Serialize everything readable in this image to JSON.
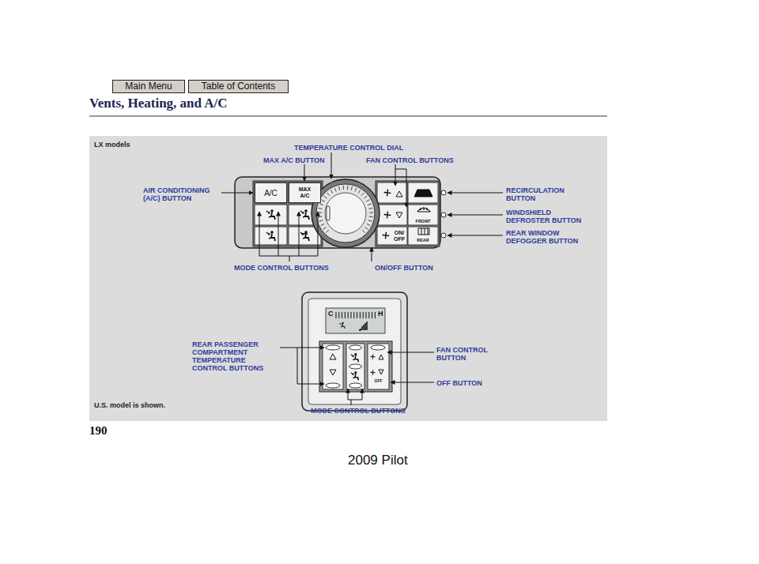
{
  "diagram": {
    "title": "Vents, Heating, and A/C",
    "nodes": [
      {
        "text": [
          "Main Menu"
        ]
      },
      {
        "text": [
          "Table of Contents"
        ]
      },
      {
        "text": [
          "A/C"
        ]
      },
      {
        "text": [
          "MAX A/C"
        ]
      },
      {
        "text": [
          "FRONT"
        ]
      },
      {
        "text": [
          "ON/ OFF"
        ]
      },
      {
        "text": [
          "REAR"
        ]
      },
      {
        "text": [
          "OFF"
        ]
      }
    ],
    "labels": [
      "LX models",
      "TEMPERATURE CONTROL DIAL",
      "MAX A/C BUTTON",
      "FAN CONTROL BUTTONS",
      "AIR CONDITIONING (A/C) BUTTON",
      "RECIRCULATION BUTTON",
      "WINDSHIELD DEFROSTER BUTTON",
      "REAR WINDOW DEFOGGER BUTTON",
      "MODE CONTROL BUTTONS",
      "ON/OFF BUTTON",
      "C",
      "H",
      "REAR PASSENGER COMPARTMENT TEMPERATURE CONTROL BUTTONS",
      "FAN CONTROL BUTTON",
      "OFF BUTTON",
      "U.S. model is shown.",
      "MODE CONTROL BUTTONS",
      "190",
      "2009 Pilot"
    ]
  }
}
